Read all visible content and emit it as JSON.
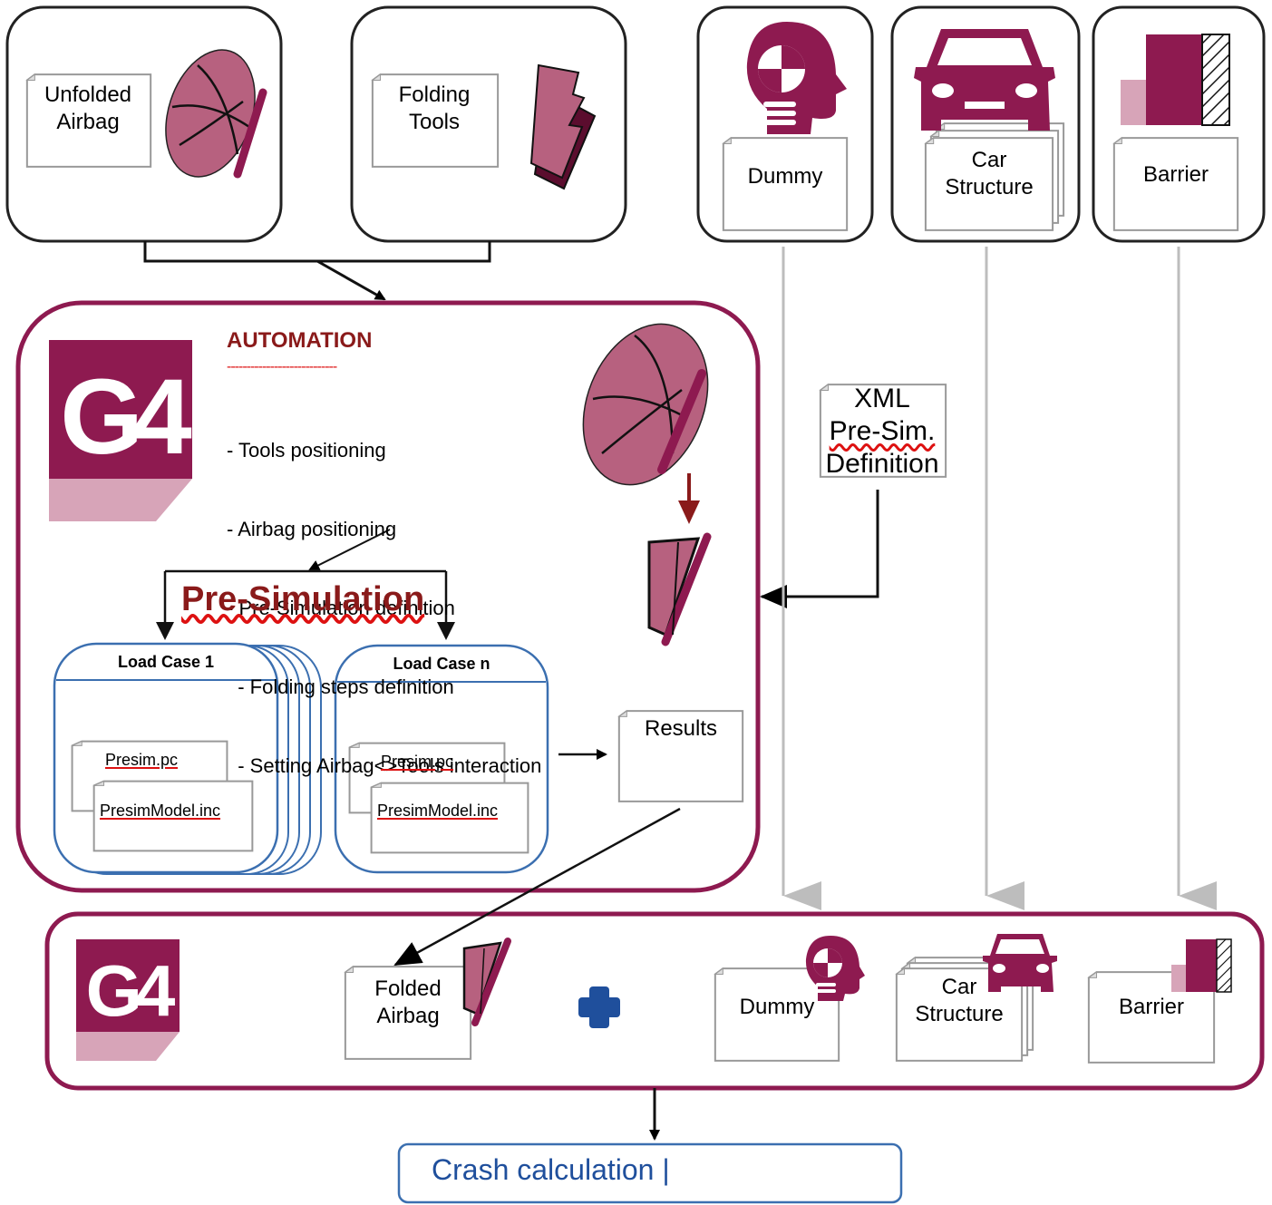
{
  "top_inputs": {
    "unfolded_airbag": [
      "Unfolded",
      "Airbag"
    ],
    "folding_tools": [
      "Folding",
      "Tools"
    ],
    "dummy": "Dummy",
    "car_structure": [
      "Car",
      "Structure"
    ],
    "barrier": "Barrier"
  },
  "automation": {
    "title": "AUTOMATION",
    "separator": "----------------------------",
    "steps": [
      "- Tools positioning",
      "- Airbag positioning",
      "- Pre-Simulation definition",
      "  - Folding steps definition",
      "  - Setting Airbag<>Tools interaction"
    ],
    "presim_title": "Pre-Simulation",
    "load_case_1": {
      "label": "Load Case 1",
      "files": [
        "Presim.pc",
        "PresimModel.inc"
      ]
    },
    "load_case_n": {
      "label": "Load Case n",
      "files": [
        "Presim.pc",
        "PresimModel.inc"
      ]
    },
    "results": "Results"
  },
  "xml_doc": [
    "XML",
    "Pre-Sim.",
    "Definition"
  ],
  "logo_text": "G4",
  "final_model": {
    "folded_airbag": [
      "Folded",
      "Airbag"
    ],
    "dummy": "Dummy",
    "car_structure": [
      "Car",
      "Structure"
    ],
    "barrier": "Barrier"
  },
  "crash_calculation": "Crash calculation |",
  "colors": {
    "brand": "#8e1a50",
    "brand_light": "#d7a4b8",
    "airbag": "#b7617f",
    "blue_box": "#3b6fb0",
    "arrow_gray": "#bdbdbd",
    "title_red": "#8a1a1a",
    "plus_blue": "#1f4f9c"
  }
}
